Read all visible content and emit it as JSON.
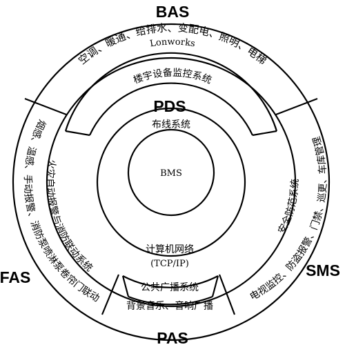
{
  "corner_labels": {
    "top": "BAS",
    "left": "FAS",
    "right": "SMS",
    "bottom": "PAS"
  },
  "center_labels": {
    "pds": "PDS",
    "bms": "BMS",
    "cabling": "布线系统",
    "network": "计算机网络",
    "protocol": "(TCP/IP)"
  },
  "bas": {
    "bus": "Lonworks",
    "devices": "空调、暖通、给排水、变配电、照明、电梯",
    "system": "楼宇设备监控系统"
  },
  "fas": {
    "devices": "烟感、温感、手动报警、消防泵喷淋泵卷帘门联动",
    "system": "火灾自动报警与消防联动系统"
  },
  "sms": {
    "devices": "电视监控、防盗报警、门禁、巡更、车库管理",
    "system": "安全防范系统"
  },
  "pas": {
    "system": "公共广播系统",
    "devices": "背景音乐、音响广播"
  },
  "colors": {
    "stroke": "#000000",
    "background": "#ffffff"
  }
}
